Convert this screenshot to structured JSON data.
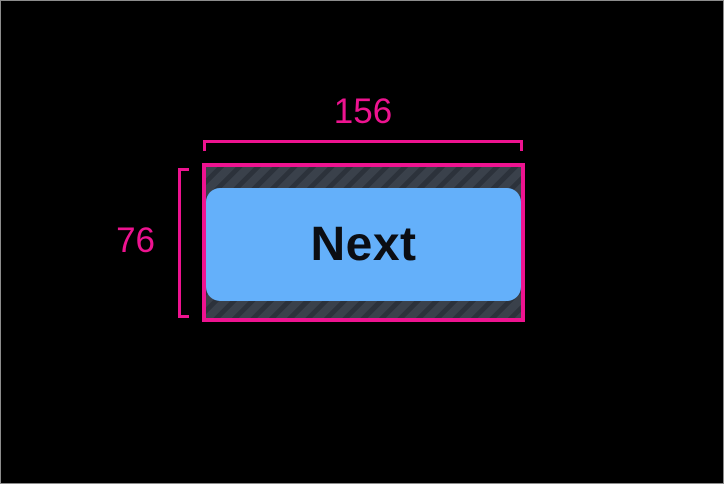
{
  "annotations": {
    "width_label": "156",
    "height_label": "76"
  },
  "button": {
    "label": "Next"
  },
  "colors": {
    "accent_pink": "#ee1390",
    "button_blue": "#64b0fa",
    "button_text": "#0b0d12",
    "hatch_base": "#3a414b",
    "hatch_stripe": "#2c323b",
    "background": "#000000",
    "frame_border": "#8c8c8c"
  }
}
